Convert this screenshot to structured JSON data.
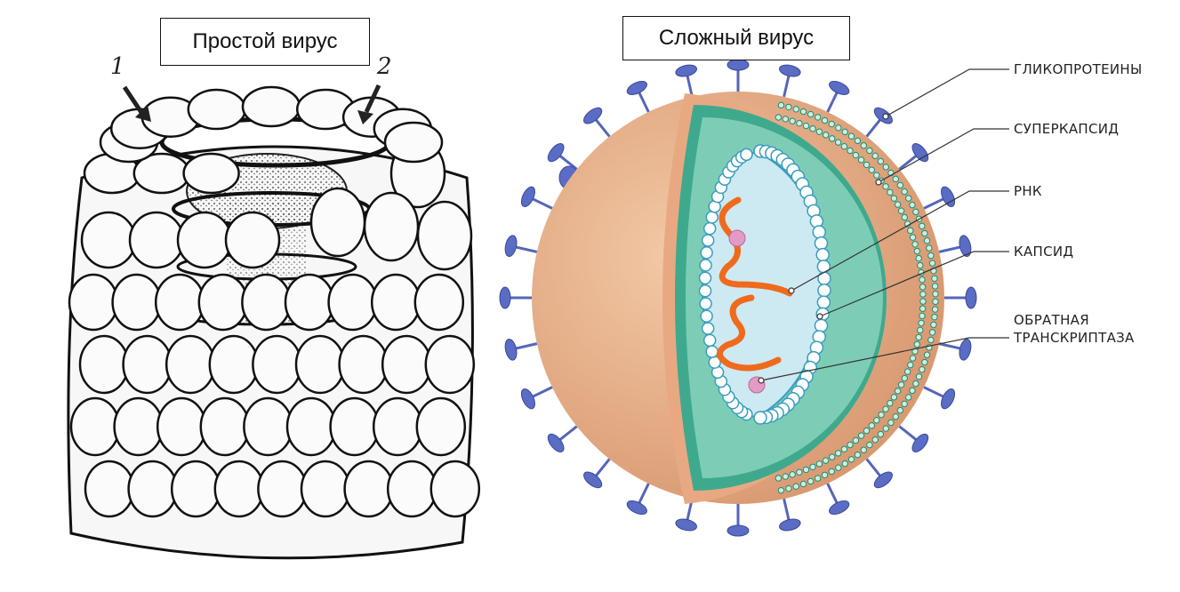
{
  "simple_panel": {
    "title": "Простой вирус",
    "markers": [
      "1",
      "2"
    ]
  },
  "complex_panel": {
    "title": "Сложный вирус",
    "labels": {
      "glycoproteins": "ГЛИКОПРОТЕИНЫ",
      "supercapsid": "СУПЕРКАПСИД",
      "rna": "РНК",
      "capsid": "КАПСИД",
      "rt_line1": "ОБРАТНАЯ",
      "rt_line2": "ТРАНСКРИПТАЗА"
    }
  },
  "colors": {
    "envelope": "#eab58f",
    "inner": "#7dcdb6",
    "core": "#bfe3ee",
    "spike": "#5566b8",
    "rna": "#ef6a1c",
    "enzyme": "#e39ac6"
  }
}
